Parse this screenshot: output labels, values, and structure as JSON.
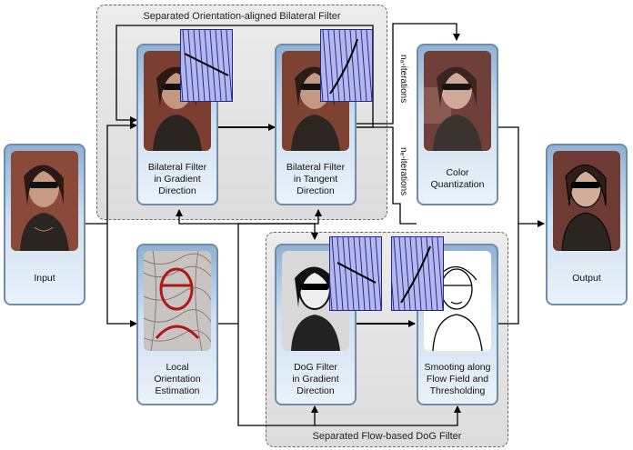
{
  "groups": {
    "bilateral": "Separated Orientation-aligned Bilateral Filter",
    "dog": "Separated Flow-based DoG Filter"
  },
  "nodes": {
    "input": "Input",
    "bf_gradient": "Bilateral Filter\nin Gradient\nDirection",
    "bf_tangent": "Bilateral Filter\nin Tangent\nDirection",
    "color_quant": "Color\nQuantization",
    "output": "Output",
    "orientation": "Local\nOrientation\nEstimation",
    "dog_gradient": "DoG Filter\nin Gradient\nDirection",
    "smoothing": "Smooting along\nFlow Field and\nThresholding"
  },
  "iterations": {
    "na": "nₐ-iterations",
    "ne": "nₑ-iterations"
  }
}
